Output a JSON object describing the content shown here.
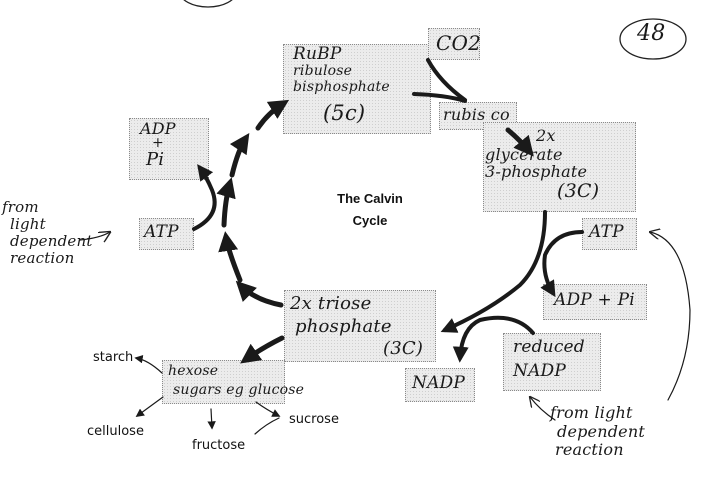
{
  "title": {
    "line1": "The Calvin",
    "line2": "Cycle"
  },
  "page_number": "48",
  "nodes": {
    "rubp": {
      "line1": "RuBP",
      "line2": "ribulose",
      "line3": "bisphosphate",
      "line4": "(5c)"
    },
    "co2": {
      "label": "CO2"
    },
    "rubisco": {
      "label": "rubis co"
    },
    "g3p": {
      "line1": "2x",
      "line2": "glycerate",
      "line3": "3-phosphate",
      "line4": "(3C)"
    },
    "atp_right": {
      "label": "ATP"
    },
    "adp_pi_right": {
      "label": "ADP + Pi"
    },
    "reduced_nadp": {
      "line1": "reduced",
      "line2": "NADP"
    },
    "nadp": {
      "label": "NADP"
    },
    "triose": {
      "line1": "2x triose",
      "line2": "phosphate",
      "line3": "(3C)"
    },
    "hexose": {
      "line1": "hexose",
      "line2": "sugars eg glucose"
    },
    "atp_left": {
      "label": "ATP"
    },
    "adp_pi_left": {
      "line1": "ADP",
      "line2": "+",
      "line3": "Pi"
    }
  },
  "annotations": {
    "from_light_left": {
      "line1": "from",
      "line2": "light",
      "line3": "dependent",
      "line4": "reaction"
    },
    "from_light_bottom": {
      "line1": "from light",
      "line2": "dependent",
      "line3": "reaction"
    }
  },
  "products": {
    "starch": "starch",
    "cellulose": "cellulose",
    "fructose": "fructose",
    "sucrose": "sucrose"
  }
}
